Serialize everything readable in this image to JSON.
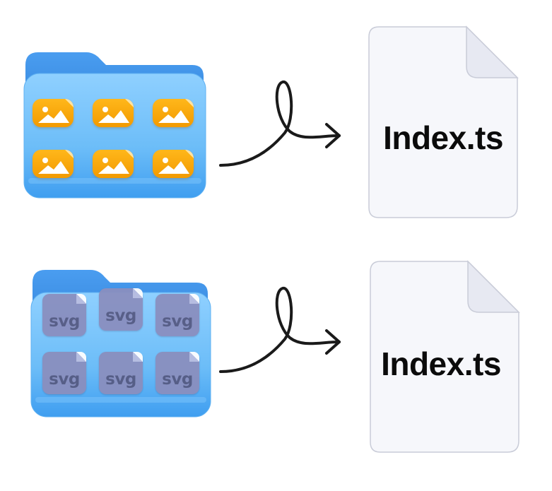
{
  "rows": [
    {
      "source": {
        "kind": "image-folder",
        "tile_icon": "image-icon",
        "tile_count": 6,
        "accent": "#f7a70d"
      },
      "output": {
        "filename": "Index.ts"
      }
    },
    {
      "source": {
        "kind": "svg-folder",
        "tile_labels": [
          "svg",
          "svg",
          "svg",
          "svg",
          "svg",
          "svg"
        ],
        "accent": "#8a8fbf"
      },
      "output": {
        "filename": "Index.ts"
      }
    }
  ],
  "colors": {
    "folder_blue": "#5cb7f5",
    "folder_back": "#3a8fe0",
    "arrow": "#1a1a1a",
    "doc_fill": "#f6f7fb"
  }
}
